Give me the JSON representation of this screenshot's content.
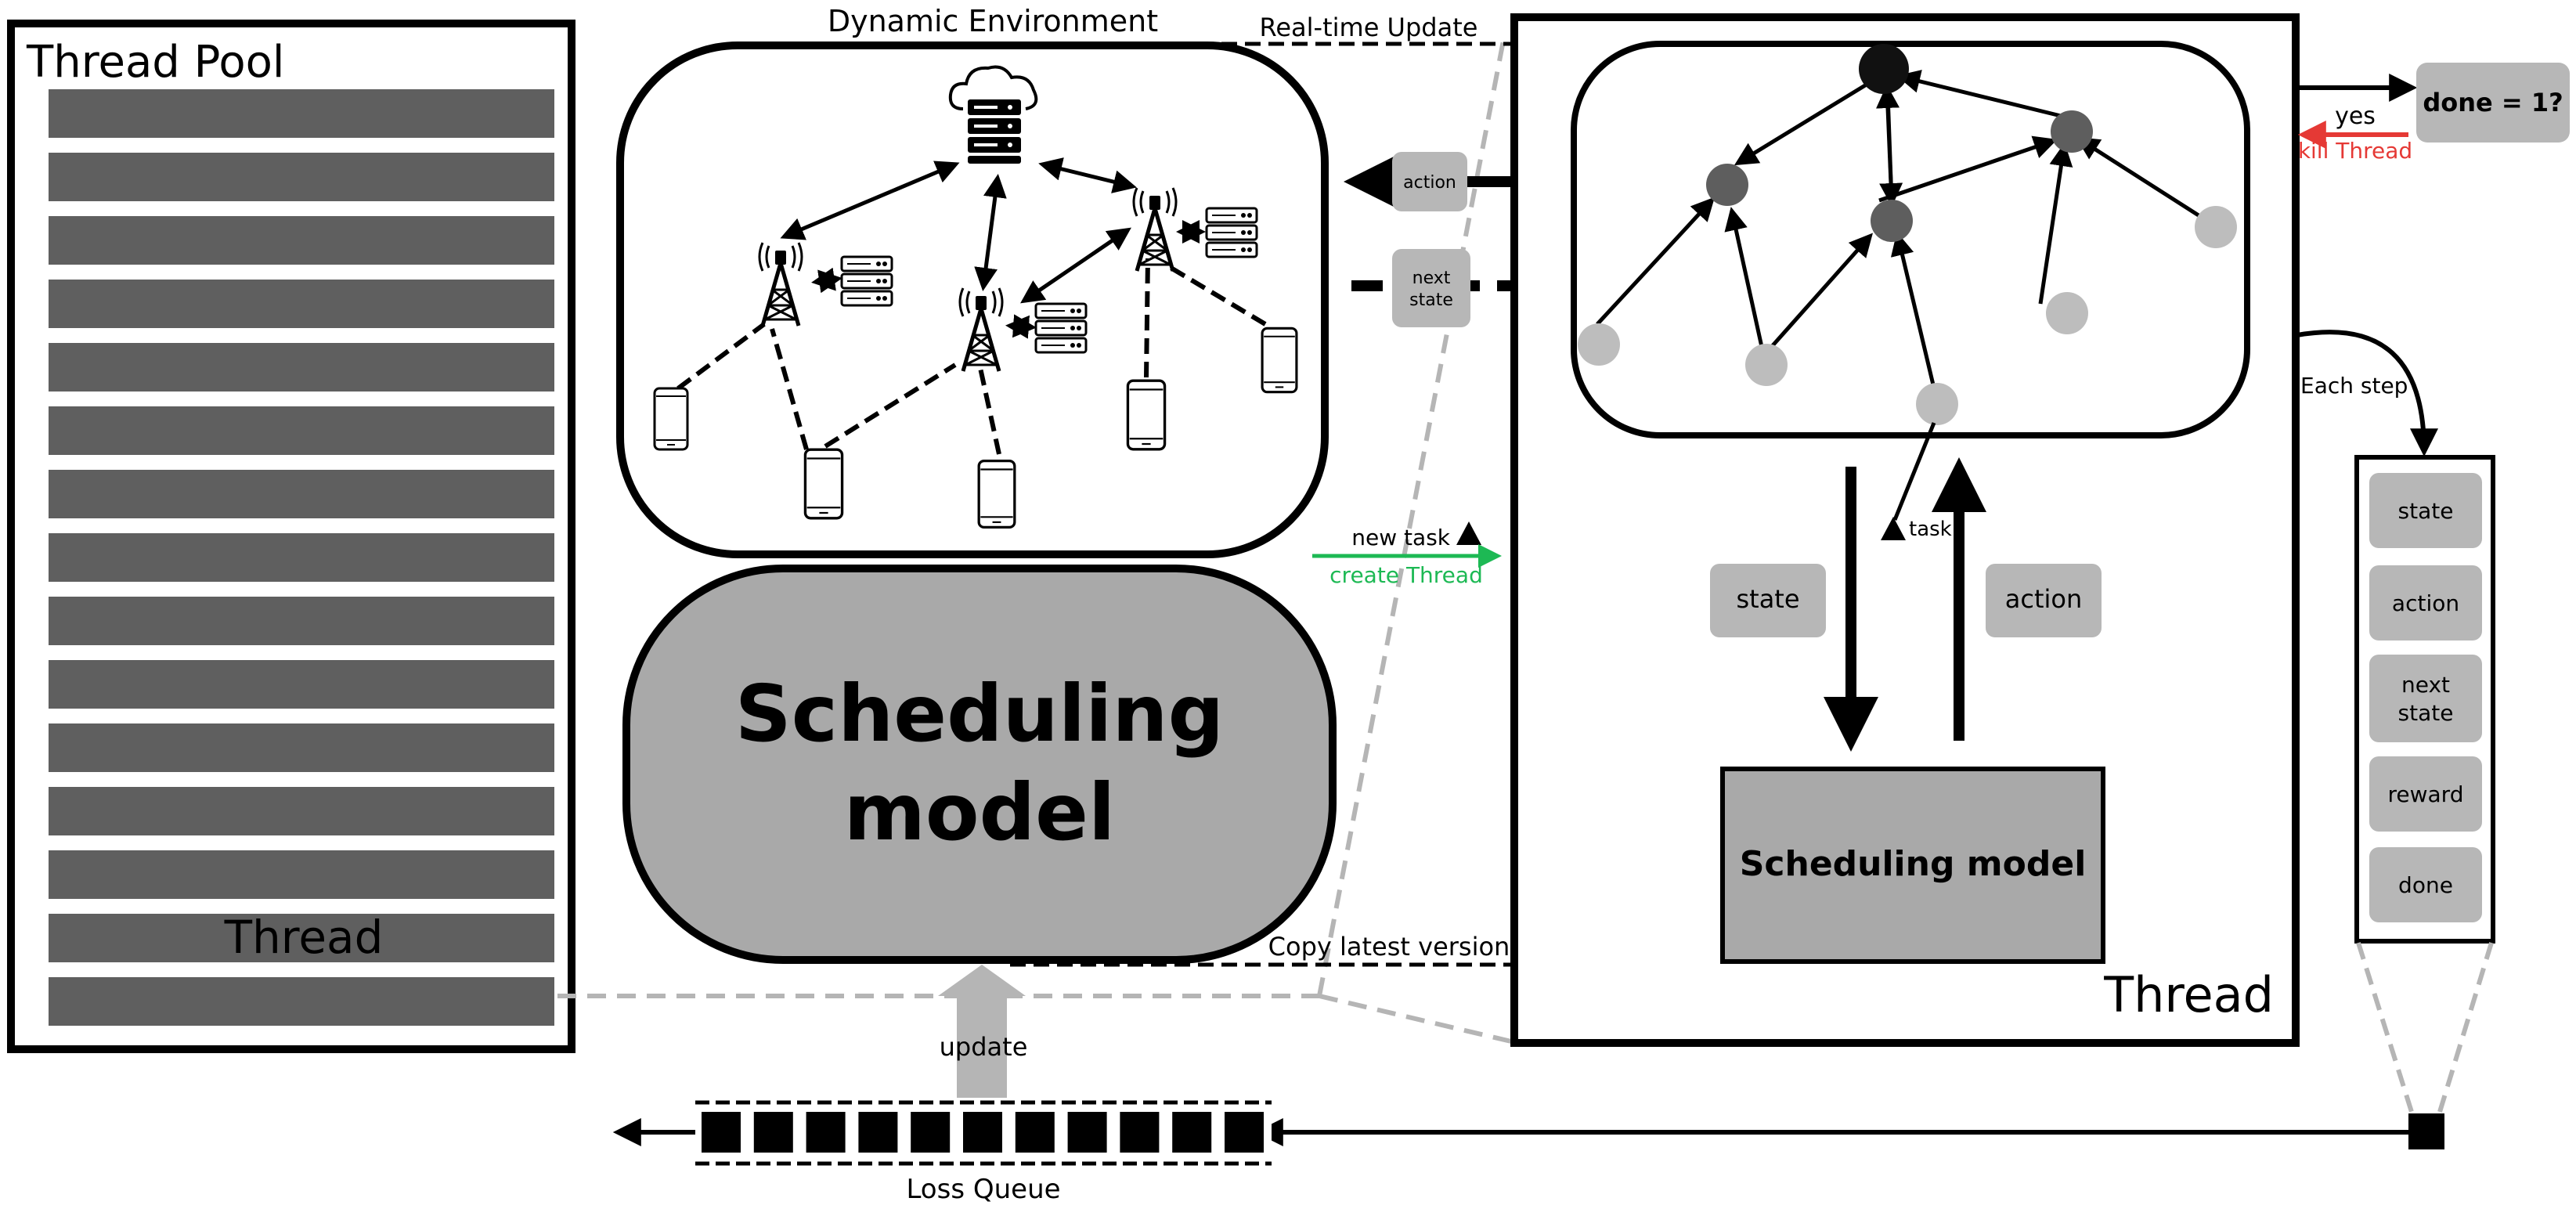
{
  "thread_pool": {
    "title": "Thread Pool",
    "thread_label": "Thread",
    "bar_count": 15,
    "bar_color": "#5f5f5f"
  },
  "environment": {
    "title": "Dynamic Environment",
    "icons": [
      "cloud-server-icon",
      "cell-tower-icon",
      "edge-server-icon",
      "smartphone-icon"
    ]
  },
  "scheduling_model_main": {
    "line1": "Scheduling",
    "line2": "model"
  },
  "center_labels": {
    "action": "action",
    "next_state_line1": "next",
    "next_state_line2": "state",
    "new_task": "new task",
    "create_thread": "create Thread"
  },
  "thread": {
    "title": "Thread",
    "real_time_update": "Real-time Update",
    "copy_latest_version": "Copy latest version",
    "state": "state",
    "action": "action",
    "task": "task",
    "scheduling_model": "Scheduling model"
  },
  "done_check": {
    "label": "done = 1?",
    "yes": "yes",
    "kill_thread": "kill Thread",
    "each_step": "Each step"
  },
  "transition": {
    "items": [
      "state",
      "action",
      "next state",
      "reward",
      "done"
    ]
  },
  "loss_queue": {
    "label": "Loss Queue",
    "update": "update",
    "slot_count": 11
  },
  "colors": {
    "node_root": "#111111",
    "node_dark": "#5e5e5e",
    "node_light": "#bdbdbd",
    "box_gray": "#a9a9a9",
    "label_gray": "#b7b7b7",
    "green": "#1db954",
    "red": "#e53935",
    "dash_gray": "#b5b5b5"
  }
}
